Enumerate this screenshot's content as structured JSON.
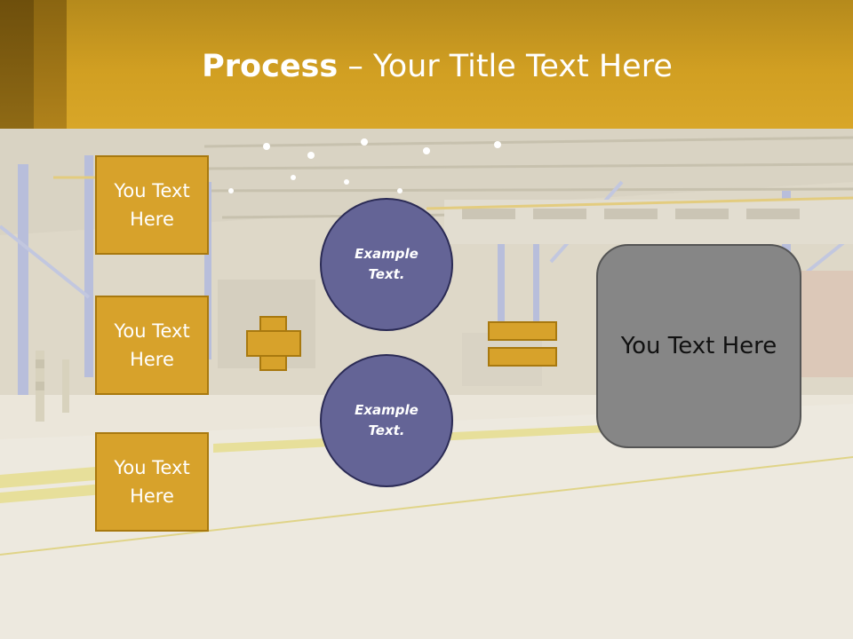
{
  "slide": {
    "title_bold": "Process",
    "title_rest": " – Your Title Text Here",
    "left_boxes": [
      {
        "label": "You Text Here"
      },
      {
        "label": "You Text Here"
      },
      {
        "label": "You Text Here"
      }
    ],
    "circles": [
      {
        "label": "Example Text."
      },
      {
        "label": "Example Text."
      }
    ],
    "result_label": "You Text Here"
  },
  "colors": {
    "header": "#d19f22",
    "box_fill": "#d7a22b",
    "circle_fill": "#646496",
    "result_fill": "#868686"
  }
}
